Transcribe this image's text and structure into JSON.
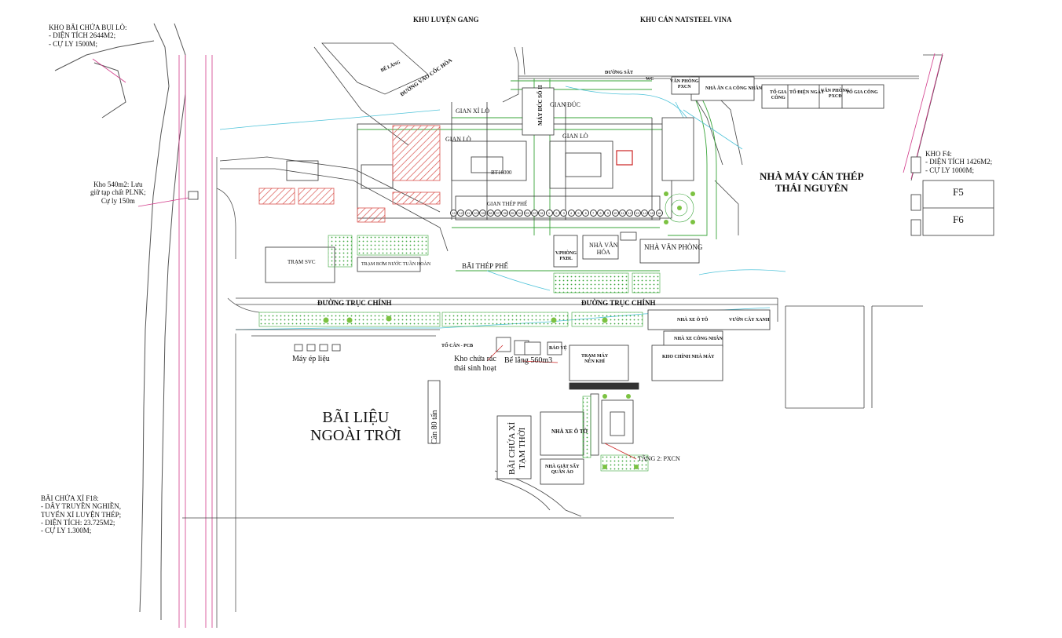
{
  "map_title": "",
  "zones": {
    "khu_luyen_gang": "KHU LUYỆN GANG",
    "khu_can_natsteel": "KHU CÁN NATSTEEL VINA",
    "nha_may_can_thep": "NHÀ MÁY CÁN THÉP\nTHÁI NGUYÊN"
  },
  "side_notes": {
    "kho_bui_lo": "KHO BÃI CHỨA BỤI LÒ:\n- DIỆN TÍCH 2644M2;\n- CỰ LY 1500M;",
    "kho_540": "Kho 540m2: Lưu\ngiữ tạp chất PLNK;\nCự ly 150m",
    "bai_xi_f18": "BÃI CHỨA XỈ F18:\n- DÂY TRUYỀN NGHIỀN,\nTUYỂN XỈ LUYỆN THÉP;\n- DIỆN TÍCH: 23.725M2;\n- CỰ LY 1.300M;",
    "kho_f4": "KHO F4:\n- DIỆN TÍCH 1426M2;\n- CỰ LY 1000M;"
  },
  "warehouses": {
    "f5": "F5",
    "f6": "F6"
  },
  "roads": {
    "duong_vao_coc_hoa": "ĐƯỜNG VÀO CỐC HÒA",
    "truc_chinh_left": "ĐƯỜNG TRỤC CHÍNH",
    "truc_chinh_right": "ĐƯỜNG TRỤC CHÍNH",
    "duong_sat": "ĐƯỜNG SẮT"
  },
  "buildings": {
    "be_lang": "BỂ LẮNG",
    "gian_xi_lo": "GIAN XỈ LÒ",
    "may_duc_so_ii": "MÁY ĐÚC SỐ II",
    "gian_duc": "GIAN ĐÚC",
    "gian_lo_left": "GIAN LÒ",
    "gian_lo_right": "GIAN LÒ",
    "gian_thep_phe": "GIAN THÉP PHẾ",
    "b_t16000": "BT16000",
    "bai_thep_phe": "BÃI THÉP PHẾ",
    "tram_svc": "TRẠM SVC",
    "tram_bom": "TRẠM BƠM NƯỚC TUẦN HOÀN",
    "nha_van_hoa": "NHÀ VĂN\nHÓA",
    "nha_van_phong": "NHÀ VĂN PHÒNG",
    "van_phong_pxcn": "VĂN PHÒNG\nPXCN",
    "nha_an_ca": "NHÀ ĂN CA CÔNG NHÂN",
    "to_gia_cong": "TỔ GIA\nCÔNG",
    "to_dien_ngay": "TỔ ĐIỆN NGÀY",
    "van_phong_pxcd": "VĂN PHÒNG\nPXCĐ",
    "to_gia_cong_2": "TỔ GIA CÔNG",
    "nha_xe_oto": "NHÀ XE Ô TÔ",
    "vuon_cay_xanh": "VƯỜN CÂY XANH",
    "nha_xe_cong_nhan": "NHÀ XE CÔNG NHÂN",
    "kho_chinh": "KHO CHÍNH NHÀ MÁY",
    "tram_may_nen_khi": "TRẠM MÁY\nNÉN KHÍ",
    "bao_ve": "BẢO VỆ",
    "to_can_pcb": "TỔ CÂN - PCB",
    "v_phong_pxdl": "V.PHÒNG\nPXĐL",
    "may_ep_lieu": "Máy ép liệu",
    "kho_chua_rac": "Kho chứa rác\nthải sinh hoạt",
    "be_lang_560": "Bể lắng 560m3",
    "bai_lieu": "BÃI LIỆU\nNGOÀI TRỜI",
    "can_80_tan": "Cân 80 tấn",
    "bai_chua_xi": "BÃI CHỨA XỈ\nTẠM THỜI",
    "nha_xe_oto_2": "NHÀ XE Ô TÔ",
    "nha_giat_say": "NHÀ GIẶT SẤY\nQUẦN ÁO",
    "tang_2_pxcn": "TẦNG 2: PXCN",
    "wc": "WC"
  },
  "column_markers": [
    "13",
    "12",
    "11",
    "10",
    "09",
    "08",
    "07",
    "06",
    "05",
    "04",
    "03",
    "02",
    "01",
    "1",
    "2",
    "3",
    "4",
    "5",
    "6",
    "7",
    "8",
    "9",
    "10",
    "11",
    "12",
    "13",
    "14",
    "15",
    "16"
  ],
  "colors": {
    "line": "#2b2b2b",
    "road": "#555555",
    "rail_green": "#3aa53a",
    "water_cyan": "#4fc3d9",
    "boundary_magenta": "#d23b8a",
    "hatch_red": "#d9534f",
    "tree_green": "#7cc242"
  }
}
